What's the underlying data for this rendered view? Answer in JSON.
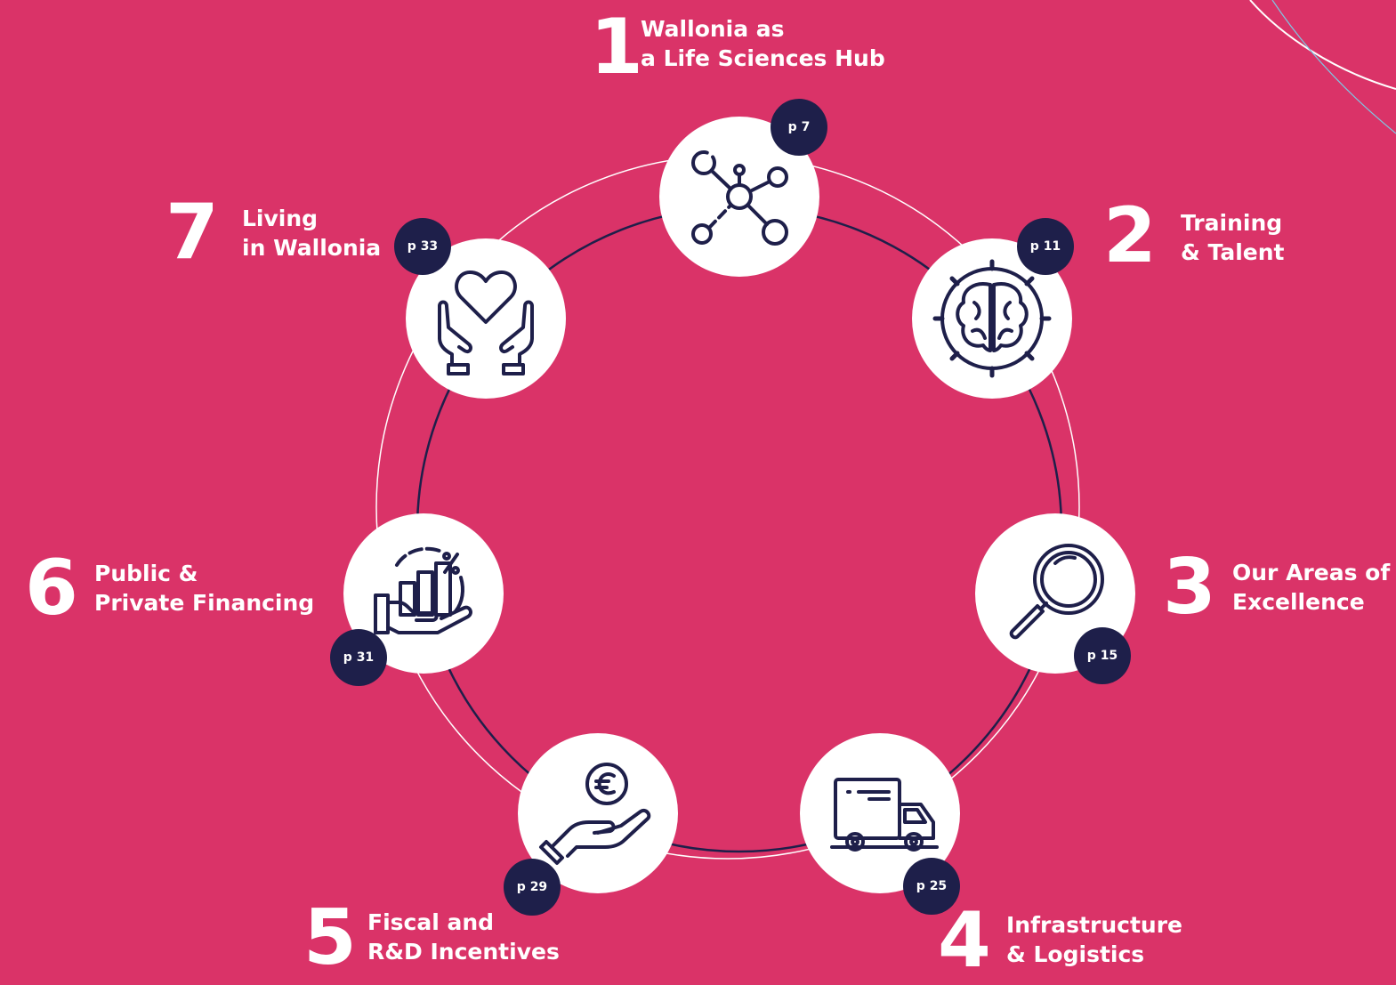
{
  "colors": {
    "background": "#DA3368",
    "navy": "#1E1F4A",
    "white": "#FFFFFF",
    "accent_line": "#7EC8E3"
  },
  "items": [
    {
      "number": "1",
      "line1": "Wallonia as",
      "line2": "a Life Sciences Hub",
      "page": "p 7",
      "icon": "network-molecule-icon"
    },
    {
      "number": "2",
      "line1": "Training",
      "line2": "& Talent",
      "page": "p 11",
      "icon": "brain-gear-icon"
    },
    {
      "number": "3",
      "line1": "Our Areas of",
      "line2": "Excellence",
      "page": "p 15",
      "icon": "magnifying-glass-icon"
    },
    {
      "number": "4",
      "line1": "Infrastructure",
      "line2": "& Logistics",
      "page": "p 25",
      "icon": "delivery-truck-icon"
    },
    {
      "number": "5",
      "line1": "Fiscal and",
      "line2": "R&D Incentives",
      "page": "p 29",
      "icon": "hand-euro-coin-icon"
    },
    {
      "number": "6",
      "line1": "Public &",
      "line2": "Private Financing",
      "page": "p 31",
      "icon": "hand-bar-chart-percent-icon"
    },
    {
      "number": "7",
      "line1": "Living",
      "line2": "in Wallonia",
      "page": "p 33",
      "icon": "hands-heart-icon"
    }
  ]
}
